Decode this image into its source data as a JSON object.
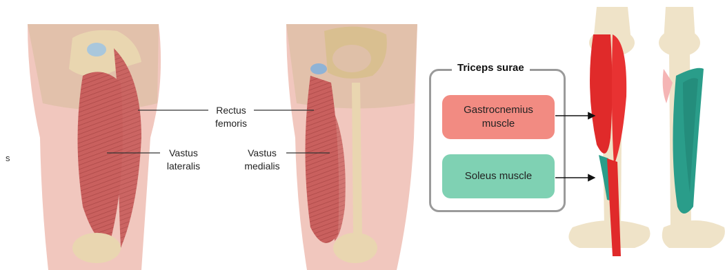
{
  "left_panel": {
    "edge_text": "s",
    "labels": {
      "rectus_femoris": "Rectus\nfemoris",
      "vastus_lateralis": "Vastus\nlateralis",
      "vastus_medialis": "Vastus\nmedialis"
    }
  },
  "right_panel": {
    "group_title": "Triceps surae",
    "nodes": {
      "gastrocnemius": "Gastrocnemius\nmuscle",
      "soleus": "Soleus muscle"
    },
    "colors": {
      "gastrocnemius": "#f28b82",
      "soleus": "#7fd1b3",
      "gastro_muscle": "#e02a2a",
      "soleus_muscle": "#2a9d8a"
    }
  }
}
